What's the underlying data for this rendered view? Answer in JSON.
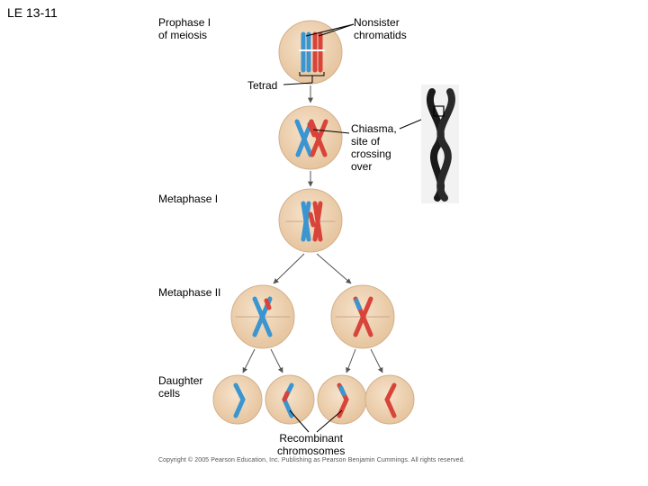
{
  "figure_title": "LE 13-11",
  "labels": {
    "prophase": "Prophase I\nof meiosis",
    "nonsister": "Nonsister\nchromatids",
    "tetrad": "Tetrad",
    "chiasma": "Chiasma,\nsite of\ncrossing\nover",
    "metaphase1": "Metaphase I",
    "metaphase2": "Metaphase II",
    "daughter": "Daughter\ncells",
    "recombinant": "Recombinant\nchromosomes"
  },
  "copyright": "Copyright © 2005 Pearson Education, Inc. Publishing as Pearson Benjamin Cummings. All rights reserved.",
  "colors": {
    "cell_fill": "#efd4b4",
    "cell_edge": "#d2b08c",
    "blue": "#3a95d0",
    "red": "#d9443a",
    "arrow": "#555555"
  }
}
